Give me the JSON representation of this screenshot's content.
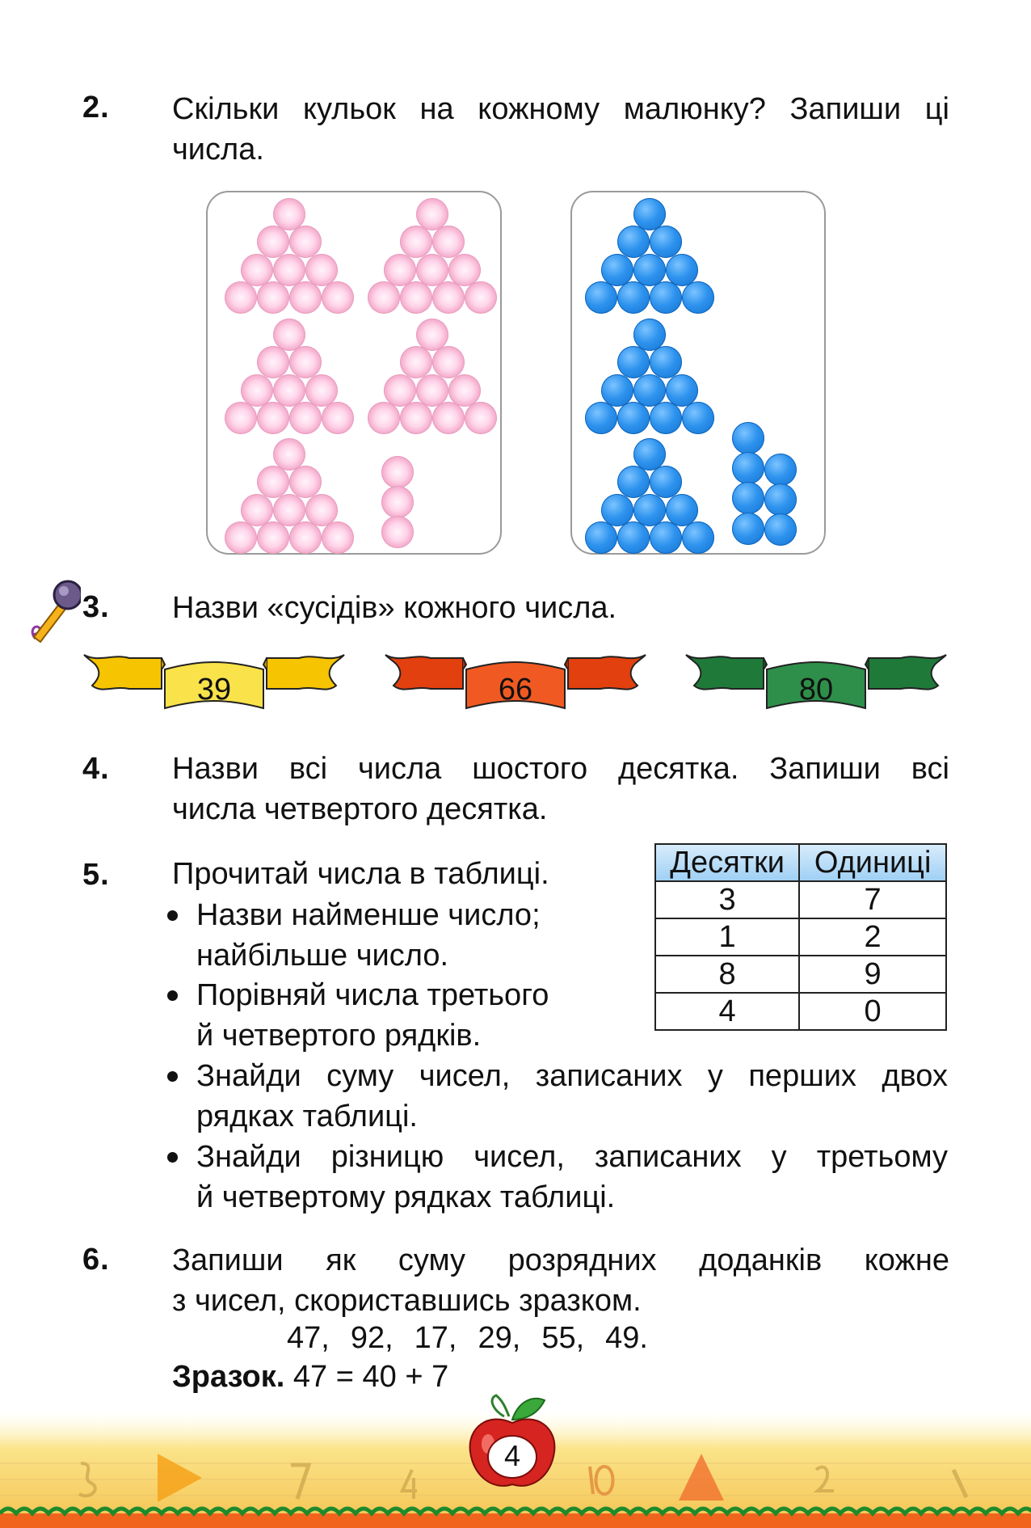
{
  "task2": {
    "number": "2.",
    "text_line1": "Скільки кульок на кожному малюнку? Запиши ці",
    "text_line2": "числа."
  },
  "task3": {
    "number": "3.",
    "text": "Назви «сусідів» кожного числа.",
    "ribbons": [
      {
        "value": "39",
        "color": "#f6c400"
      },
      {
        "value": "66",
        "color": "#e2400e"
      },
      {
        "value": "80",
        "color": "#1f7a3a"
      }
    ]
  },
  "task4": {
    "number": "4.",
    "text_line1": "Назви всі числа шостого десятка. Запиши всі",
    "text_line2": "числа четвертого десятка."
  },
  "task5": {
    "number": "5.",
    "text": "Прочитай числа в таблиці.",
    "bullets": [
      {
        "line1": "Назви найменше число;",
        "line2": "найбільше число."
      },
      {
        "line1": "Порівняй числа третього",
        "line2": "й четвертого рядків."
      },
      {
        "line1": "Знайди суму чисел, записаних у перших двох",
        "line2": "рядках таблиці."
      },
      {
        "line1": "Знайди різницю чисел, записаних у третьому",
        "line2": "й четвертому рядках таблиці."
      }
    ],
    "table": {
      "headers": [
        "Десятки",
        "Одиниці"
      ],
      "rows": [
        [
          "3",
          "7"
        ],
        [
          "1",
          "2"
        ],
        [
          "8",
          "9"
        ],
        [
          "4",
          "0"
        ]
      ]
    }
  },
  "task6": {
    "number": "6.",
    "text_line1": "Запиши як суму розрядних доданків кожне",
    "text_line2": "з чисел, скориставшись зразком.",
    "numbers": [
      "47,",
      "92,",
      "17,",
      "29,",
      "55,",
      "49."
    ],
    "sample_label": "Зразок.",
    "sample_value": "47 = 40 + 7"
  },
  "page_number": "4",
  "colors": {
    "pink_ball": "#f4b3d0",
    "blue_ball": "#1f86e6",
    "header_fill": "#a9d6f6"
  }
}
